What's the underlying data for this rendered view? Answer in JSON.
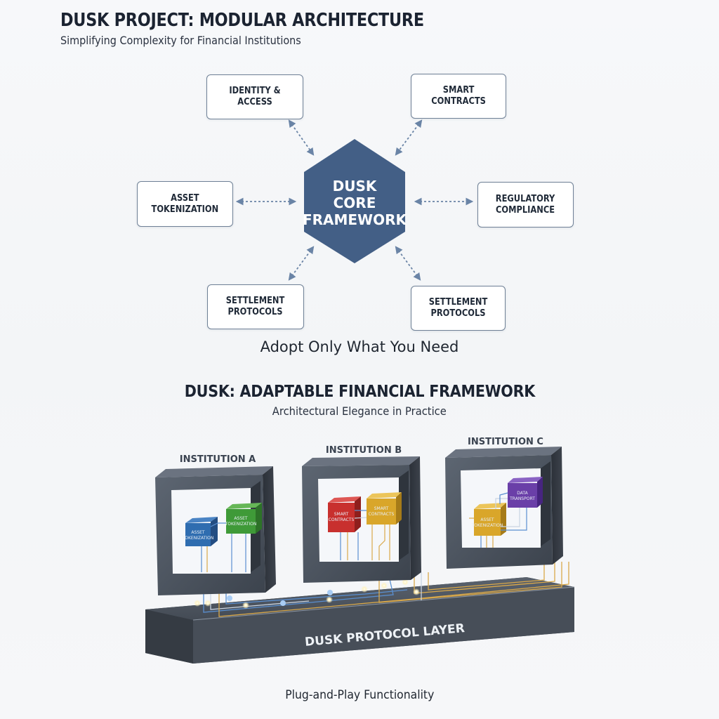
{
  "top_section": {
    "title": "DUSK PROJECT: MODULAR ARCHITECTURE",
    "subtitle": "Simplifying Complexity for Financial Institutions",
    "core": {
      "lines": [
        "DUSK",
        "CORE",
        "FRAMEWORK"
      ],
      "color": "#435f86"
    },
    "modules": [
      {
        "id": "identity",
        "label": "IDENTITY & ACCESS"
      },
      {
        "id": "smart-contracts",
        "label": "SMART\nCONTRACTS"
      },
      {
        "id": "asset-tokenization",
        "label": "ASSET\nTOKENIZATION"
      },
      {
        "id": "regulatory-compliance",
        "label": "REGULATORY\nCOMPLIANCE"
      },
      {
        "id": "settlement-left",
        "label": "SETTLEMENT\nPROTOCOLS"
      },
      {
        "id": "settlement-right",
        "label": "SETTLEMENT\nPROTOCOLS"
      }
    ],
    "tagline": "Adopt Only What You Need"
  },
  "bottom_section": {
    "title": "DUSK: ADAPTABLE FINANCIAL FRAMEWORK",
    "subtitle": "Architectural Elegance in Practice",
    "institutions": [
      {
        "label": "INSTITUTION A",
        "modules": [
          {
            "label": [
              "ASSET",
              "TOKENIZATION"
            ],
            "color": "#2f6db0"
          },
          {
            "label": [
              "ASSET",
              "TOKENIZATION"
            ],
            "color": "#3f9a38"
          }
        ]
      },
      {
        "label": "INSTITUTION B",
        "modules": [
          {
            "label": [
              "SMART",
              "CONTRACTS"
            ],
            "color": "#c8302e"
          },
          {
            "label": [
              "SMART",
              "CONTRACTS"
            ],
            "color": "#d9a62a"
          }
        ]
      },
      {
        "label": "INSTITUTION C",
        "modules": [
          {
            "label": [
              "ASSET",
              "TOKENIZATION"
            ],
            "color": "#d9a62a"
          },
          {
            "label": [
              "DATA",
              "TRANSPORT"
            ],
            "color": "#6a3fa8"
          }
        ]
      }
    ],
    "protocol_layer": "DUSK PROTOCOL LAYER",
    "footer": "Plug-and-Play Functionality"
  }
}
